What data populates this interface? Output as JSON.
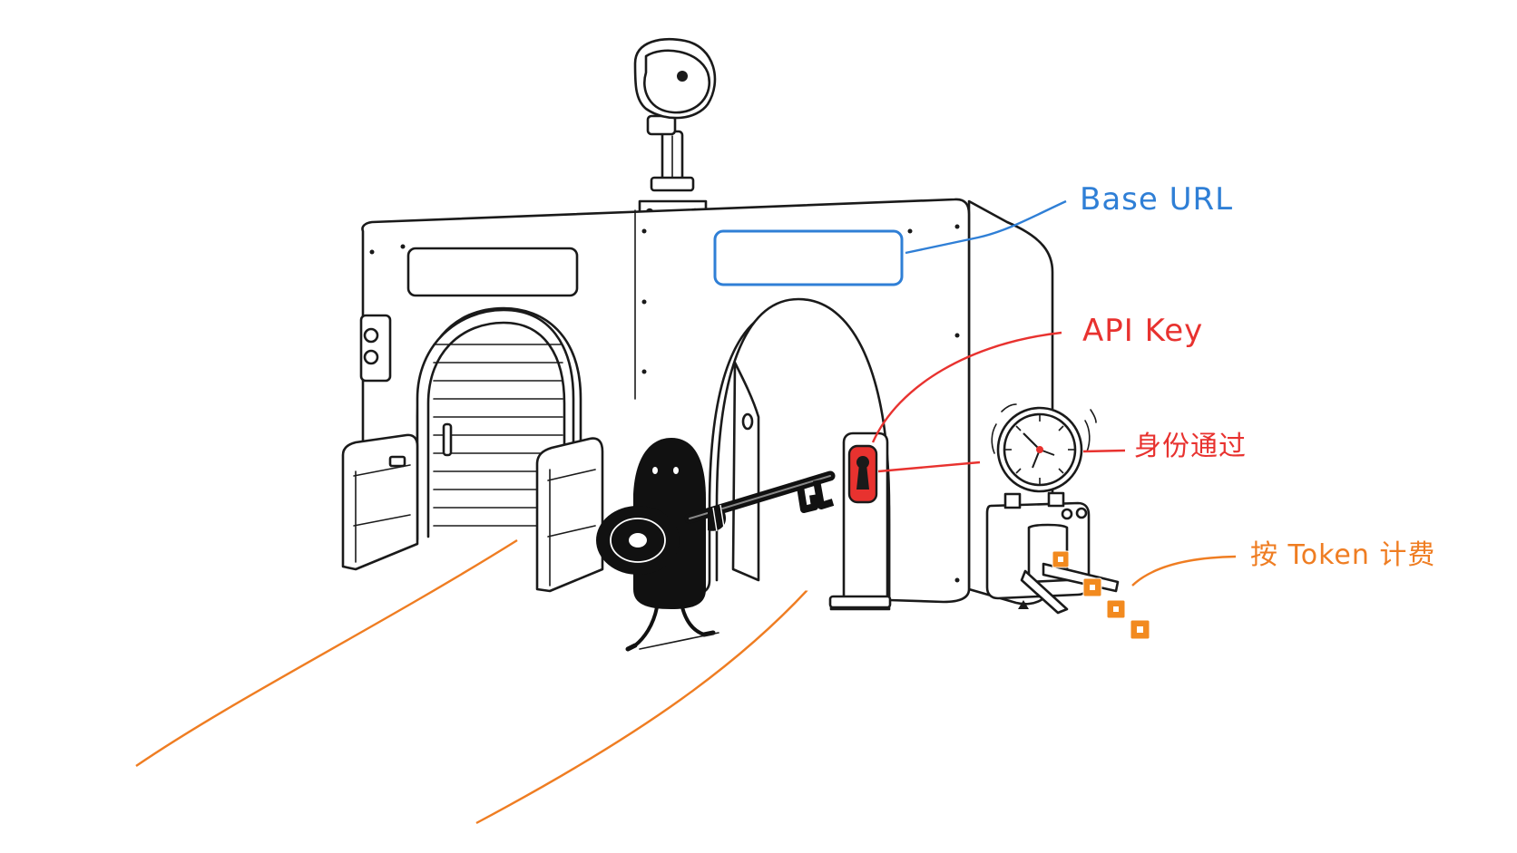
{
  "labels": {
    "base_url": "Base URL",
    "api_key": "API Key",
    "auth_pass": "身份通过",
    "token_billing": "按 Token 计费"
  },
  "colors": {
    "ink": "#1a1a1a",
    "base_url": "#2f7fd6",
    "api_key": "#e8322f",
    "auth_pass": "#e8322f",
    "token_billing": "#ef7d22",
    "token_cube": "#f28a1f",
    "character": "#111111"
  },
  "icons": {
    "camera": "security-camera-icon",
    "key": "key-icon",
    "keyhole": "keyhole-icon",
    "gauge": "gauge-icon",
    "token": "cube-icon"
  }
}
